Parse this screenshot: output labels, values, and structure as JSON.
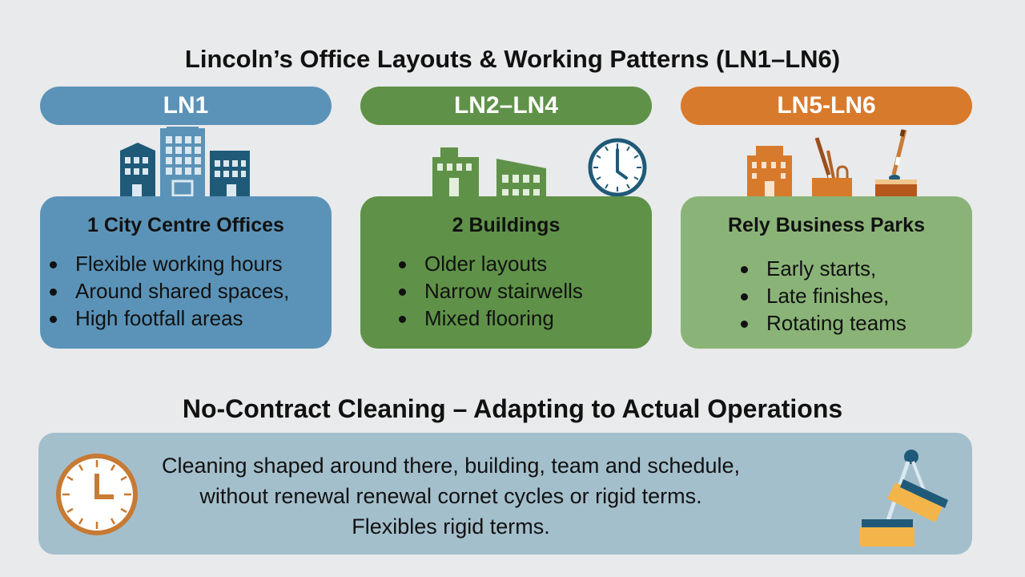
{
  "title": "Lincoln’s Office Layouts & Working Patterns (LN1–LN6)",
  "colors": {
    "blue": "#5b93b8",
    "blue_dark": "#1f5a78",
    "green": "#5f9248",
    "green_light": "#8ab477",
    "orange": "#d87a2b",
    "banner": "#a4bfcc",
    "background": "#e9eaeb"
  },
  "groups": [
    {
      "label": "LN1",
      "icons": [
        "city-buildings-icon"
      ],
      "card_title": "1 City Centre Offices",
      "bullets": [
        "Flexible working hours",
        "Around shared spaces,",
        "High footfall areas"
      ]
    },
    {
      "label": "LN2–LN4",
      "icons": [
        "buildings-icon",
        "clock-icon"
      ],
      "card_title": "2 Buildings",
      "bullets": [
        "Older layouts",
        "Narrow stairwells",
        "Mixed flooring"
      ]
    },
    {
      "label": "LN5-LN6",
      "icons": [
        "building-icon",
        "cleaning-tools-bucket-icon",
        "broom-icon"
      ],
      "card_title": "Rely Business Parks",
      "bullets": [
        "Early starts,",
        "Late finishes,",
        "Rotating teams"
      ]
    }
  ],
  "section": {
    "title": "No-Contract Cleaning – Adapting to Actual Operations",
    "lines": [
      "Cleaning  shaped around there, building, team and schedule,",
      "without renewal renewal cornet cycles or rigid terms.",
      "Flexibles rigid terms."
    ],
    "icons": [
      "clock-icon",
      "broom-icon"
    ]
  }
}
